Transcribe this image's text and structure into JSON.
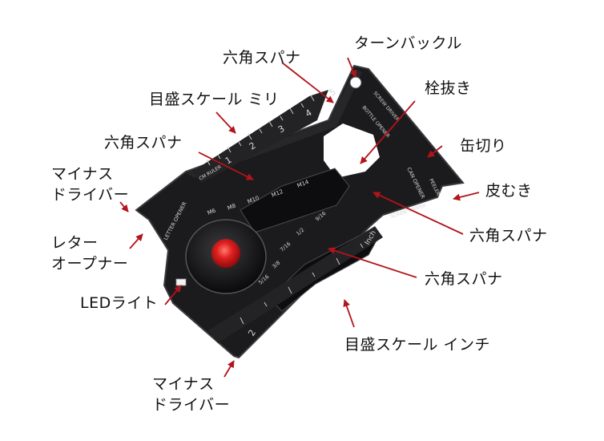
{
  "diagram": {
    "labels": {
      "turnbuckle": "ターンバックル",
      "hex_top": "六角スパナ",
      "ruler_mm": "目盛スケール ミリ",
      "plug_remover": "栓抜き",
      "hex_left": "六角スパナ",
      "can_opener": "缶切り",
      "driver_left_1": "マイナス",
      "driver_left_2": "ドライバー",
      "peeler": "皮むき",
      "letter_opener_1": "レター",
      "letter_opener_2": "オープナー",
      "hex_right": "六角スパナ",
      "hex_lower": "六角スパナ",
      "led_light": "LEDライト",
      "ruler_inch": "目盛スケール インチ",
      "driver_bottom_1": "マイナス",
      "driver_bottom_2": "ドライバー"
    },
    "tool_text": {
      "ruler_tag": "CM RULER",
      "m6": "M6",
      "m8": "M8",
      "m10": "M10",
      "m12": "M12",
      "m14": "M14",
      "letter_opener": "LETTER OPENER",
      "screw_driver_top": "SCREW DRIVER",
      "bottle_opener": "BOTTLE OPENER",
      "can_opener": "CAN OPENER",
      "peeler": "PEELER",
      "screw_driver_mid": "SCREW DRIVER",
      "in_5_16": "5/16",
      "in_3_8": "3/8",
      "in_7_16": "7/16",
      "in_1_2": "1/2",
      "in_9_16": "9/16",
      "inch": "Inch",
      "cm_1": "1",
      "cm_2": "2",
      "cm_3": "3",
      "cm_4": "4",
      "cm_5": "5",
      "inch_2": "2"
    },
    "colors": {
      "body": "#1b1b1d",
      "edge": "#3a3a3e",
      "led": "#d81e1e",
      "arrow": "#b3131b"
    }
  }
}
